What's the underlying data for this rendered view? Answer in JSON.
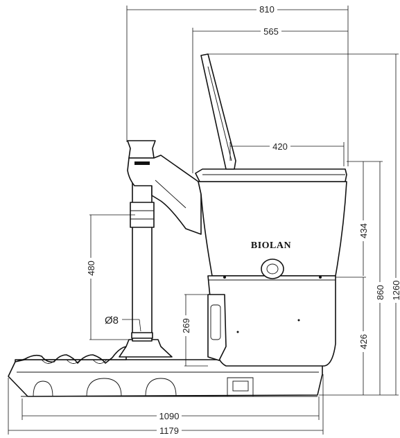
{
  "brand_label": "BIOLAN",
  "dimensions": {
    "overall_width_810": "810",
    "tank_width_565": "565",
    "seat_width_420": "420",
    "seat_height_434": "434",
    "seat_total_860": "860",
    "overall_height_1260": "1260",
    "lower_height_426": "426",
    "pipe_height_480": "480",
    "outlet_height_269": "269",
    "pipe_diameter": "Ø8",
    "base_length_1090": "1090",
    "base_length_1179": "1179"
  }
}
